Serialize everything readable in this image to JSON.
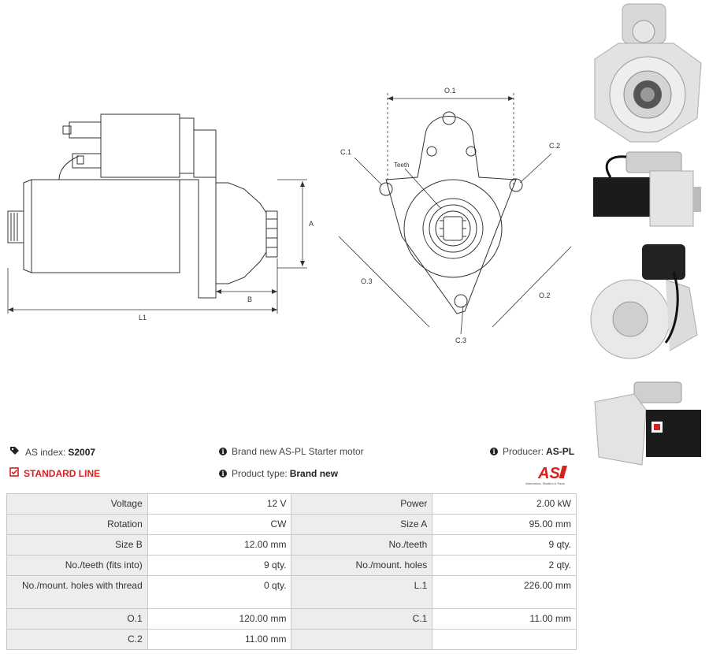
{
  "drawing_labels": {
    "a": "A",
    "b": "B",
    "l1": "L1",
    "o1": "O.1",
    "o2": "O.2",
    "o3": "O.3",
    "c1": "C.1",
    "c2": "C.2",
    "c3": "C.3",
    "teeth": "Teeth"
  },
  "info": {
    "as_index_label": "AS index:",
    "as_index_value": "S2007",
    "standard_line": "STANDARD LINE",
    "description": "Brand new AS-PL Starter motor",
    "product_type_label": "Product type:",
    "product_type_value": "Brand new",
    "producer_label": "Producer:",
    "producer_value": "AS-PL"
  },
  "logo": {
    "mark": "AS",
    "tagline": "Alternators, Starters & Parts"
  },
  "specs": [
    {
      "k1": "Voltage",
      "v1": "12 V",
      "k2": "Power",
      "v2": "2.00 kW"
    },
    {
      "k1": "Rotation",
      "v1": "CW",
      "k2": "Size A",
      "v2": "95.00 mm"
    },
    {
      "k1": "Size B",
      "v1": "12.00 mm",
      "k2": "No./teeth",
      "v2": "9 qty."
    },
    {
      "k1": "No./teeth (fits into)",
      "v1": "9 qty.",
      "k2": "No./mount. holes",
      "v2": "2 qty."
    },
    {
      "k1": "No./mount. holes with thread",
      "v1": "0 qty.",
      "k2": "L.1",
      "v2": "226.00 mm"
    },
    {
      "k1": "O.1",
      "v1": "120.00 mm",
      "k2": "C.1",
      "v2": "11.00 mm"
    },
    {
      "k1": "C.2",
      "v1": "11.00 mm",
      "k2": "",
      "v2": ""
    }
  ],
  "colors": {
    "accent_red": "#d9201f",
    "key_bg": "#ededed",
    "border": "#c8c8c8"
  }
}
